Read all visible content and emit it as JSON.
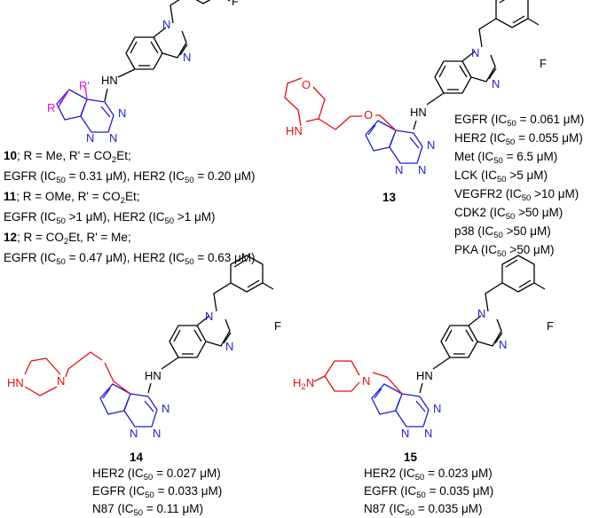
{
  "colors": {
    "core": "#1f1fd0",
    "substituent": "#e01010",
    "r_group": "#e010e0"
  },
  "atoms": {
    "F": "F",
    "N": "N",
    "HN": "HN",
    "H": "H",
    "O": "O",
    "R": "R",
    "Rp": "R'",
    "H2N": "H",
    "H2N_sub": "2",
    "H2N_N": "N"
  },
  "c1": {
    "cpd10": {
      "num": "10",
      "text": "; R = Me, R' = CO",
      "sub": "2",
      "tail": "Et;"
    },
    "cpd10_act": {
      "a": "EGFR (IC",
      "b": "50",
      "c": " = 0.31 μM), HER2 (IC",
      "d": "50",
      "e": " = 0.20 μM)"
    },
    "cpd11": {
      "num": "11",
      "text": "; R = OMe, R' = CO",
      "sub": "2",
      "tail": "Et;"
    },
    "cpd11_act": {
      "a": "EGFR (IC",
      "b": "50",
      "c": " >1 μM), HER2 (IC",
      "d": "50",
      "e": " >1 μM)"
    },
    "cpd12": {
      "num": "12",
      "text": "; R = CO",
      "sub": "2",
      "tail": "Et, R' = Me;"
    },
    "cpd12_act": {
      "a": "EGFR (IC",
      "b": "50",
      "c": " = 0.47 μM), HER2 (IC",
      "d": "50",
      "e": " = 0.63 μM)"
    }
  },
  "c13": {
    "label": "13",
    "activities": [
      {
        "target": "EGFR (IC",
        "sub": "50",
        "value": " = 0.061 μM)"
      },
      {
        "target": "HER2 (IC",
        "sub": "50",
        "value": " = 0.055 μM)"
      },
      {
        "target": "Met (IC",
        "sub": "50",
        "value": " = 6.5 μM)"
      },
      {
        "target": "LCK (IC",
        "sub": "50",
        "value": " >5 μM)"
      },
      {
        "target": "VEGFR2 (IC",
        "sub": "50",
        "value": " >10 μM)"
      },
      {
        "target": "CDK2 (IC",
        "sub": "50",
        "value": " >50 μM)"
      },
      {
        "target": "p38 (IC",
        "sub": "50",
        "value": " >50 μM)"
      },
      {
        "target": "PKA (IC",
        "sub": "50",
        "value": " >50 μM)"
      }
    ]
  },
  "c14": {
    "label": "14",
    "activities": [
      {
        "target": "HER2 (IC",
        "sub": "50",
        "value": " = 0.027 μM)"
      },
      {
        "target": "EGFR (IC",
        "sub": "50",
        "value": " = 0.033 μM)"
      },
      {
        "target": "N87 (IC",
        "sub": "50",
        "value": " = 0.11 μM)"
      }
    ]
  },
  "c15": {
    "label": "15",
    "activities": [
      {
        "target": "HER2 (IC",
        "sub": "50",
        "value": " = 0.023 μM)"
      },
      {
        "target": "EGFR (IC",
        "sub": "50",
        "value": " = 0.035 μM)"
      },
      {
        "target": "N87 (IC",
        "sub": "50",
        "value": " = 0.035 μM)"
      }
    ]
  }
}
